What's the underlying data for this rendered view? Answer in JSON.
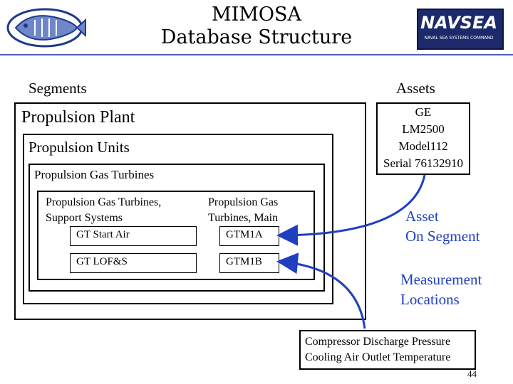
{
  "header": {
    "title_line1": "MIMOSA",
    "title_line2": "Database Structure",
    "logo_right_text": "NAVSEA",
    "logo_right_subtext": "NAVAL SEA SYSTEMS COMMAND"
  },
  "columns": {
    "segments": "Segments",
    "assets": "Assets"
  },
  "segments": {
    "plant": "Propulsion Plant",
    "units": "Propulsion Units",
    "gas_turbines": "Propulsion Gas Turbines",
    "support_systems_line1": "Propulsion Gas Turbines,",
    "support_systems_line2": "Support Systems",
    "main_line1": "Propulsion Gas",
    "main_line2": "Turbines, Main",
    "gt_start_air": "GT Start Air",
    "gt_lofs": "GT LOF&S",
    "gtm1a": "GTM1A",
    "gtm1b": "GTM1B"
  },
  "asset": {
    "line1": "GE",
    "line2": "LM2500",
    "line3": "Model112",
    "line4": "Serial 76132910"
  },
  "annotations": {
    "asset_on_segment_line1": "Asset",
    "asset_on_segment_line2": "On Segment",
    "measurement_line1": "Measurement",
    "measurement_line2": "Locations"
  },
  "measurements": {
    "line1": "Compressor Discharge Pressure",
    "line2": "Cooling Air Outlet Temperature"
  },
  "page_number": "44",
  "colors": {
    "arrow": "#1f3fbf",
    "rule": "#4a5fb5",
    "navsea_bg": "#1c2a6b"
  }
}
